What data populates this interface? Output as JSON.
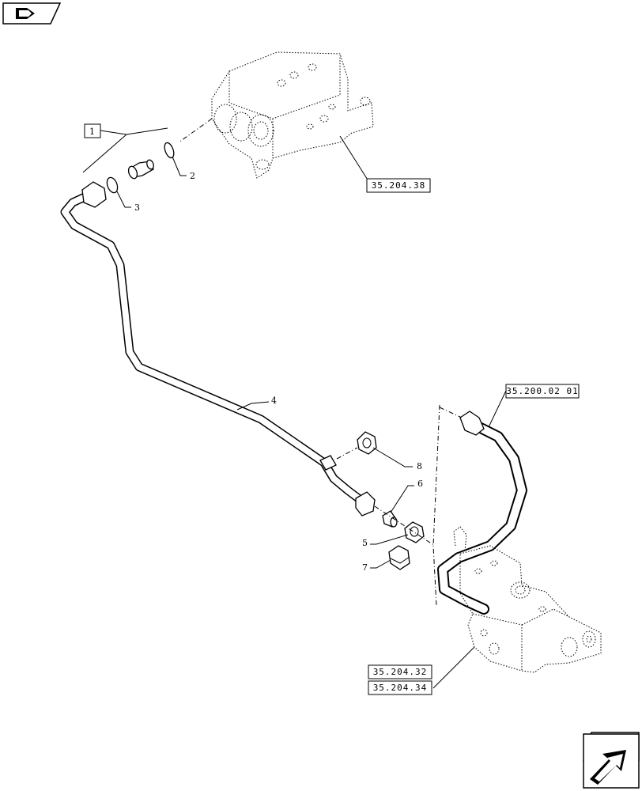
{
  "nav": {
    "prev_icon": "book-back-icon",
    "next_icon": "next-page-arrow-icon"
  },
  "references": {
    "top_valve": "35.204.38",
    "hose": "35.200.02 01",
    "bottom_valve_a": "35.204.32",
    "bottom_valve_b": "35.204.34"
  },
  "kit_label": "1",
  "callouts": {
    "c2": "2",
    "c3": "3",
    "c4": "4",
    "c5": "5",
    "c6": "6",
    "c7": "7",
    "c8": "8"
  }
}
